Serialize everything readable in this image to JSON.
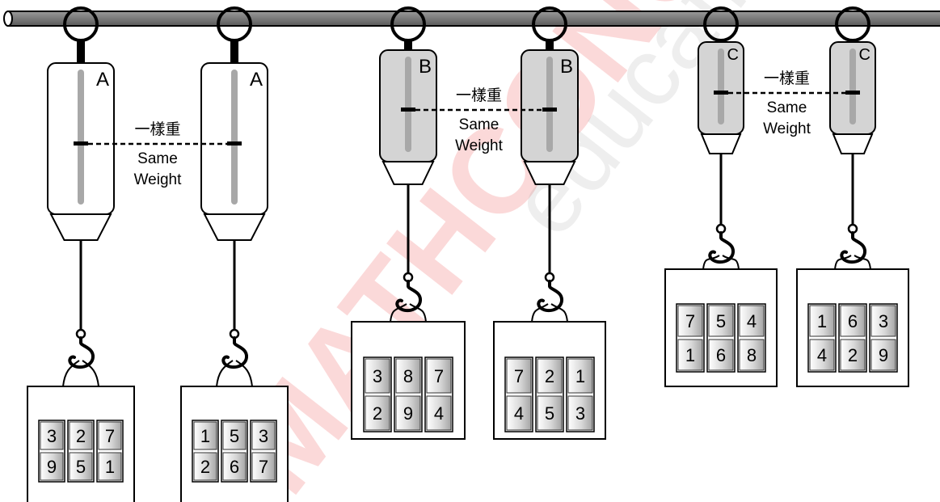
{
  "watermark": {
    "brand": "MATHCONCEPT",
    "sub": "education"
  },
  "same_weight": {
    "zh": "一樣重",
    "line1": "Same",
    "line2": "Weight"
  },
  "scales": [
    {
      "letter": "A",
      "tiles": [
        "3",
        "2",
        "7",
        "9",
        "5",
        "1"
      ]
    },
    {
      "letter": "A",
      "tiles": [
        "1",
        "5",
        "3",
        "2",
        "6",
        "7"
      ]
    },
    {
      "letter": "B",
      "tiles": [
        "3",
        "8",
        "7",
        "2",
        "9",
        "4"
      ]
    },
    {
      "letter": "B",
      "tiles": [
        "7",
        "2",
        "1",
        "4",
        "5",
        "3"
      ]
    },
    {
      "letter": "C",
      "tiles": [
        "7",
        "5",
        "4",
        "1",
        "6",
        "8"
      ]
    },
    {
      "letter": "C",
      "tiles": [
        "1",
        "6",
        "3",
        "4",
        "2",
        "9"
      ]
    }
  ],
  "colors": {
    "rod_fill": "#808080",
    "rod_dark": "#555555",
    "scale_body_a": "#ffffff",
    "scale_body_bc": "#d4d4d4",
    "indicator": "#a8a8a8",
    "tile_light": "#ffffff",
    "tile_dark": "#a6a6a6",
    "line": "#000000"
  }
}
